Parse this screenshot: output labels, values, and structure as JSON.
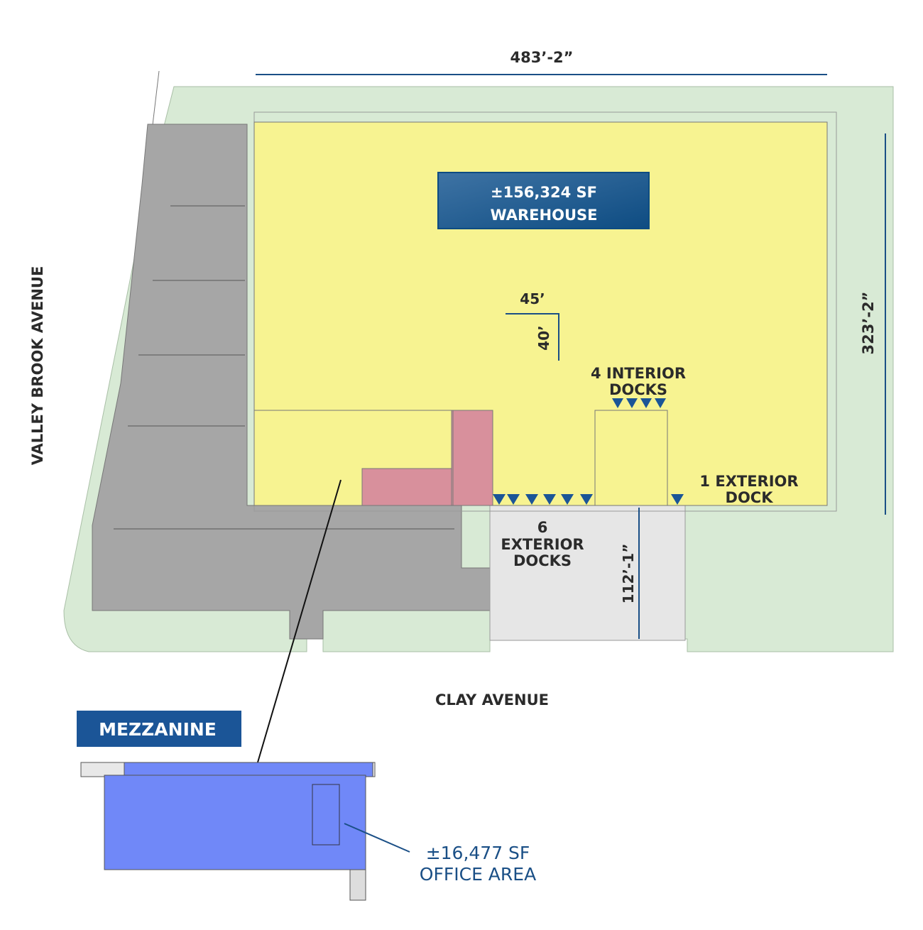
{
  "dimensions": {
    "width": "483’-2”",
    "depth": "323’-2”",
    "truck_court": "112’-1”",
    "bay_width": "45’",
    "bay_depth": "40’"
  },
  "warehouse": {
    "area": "±156,324 SF",
    "label": "WAREHOUSE"
  },
  "docks": {
    "interior_count": "4 INTERIOR",
    "interior_label": "DOCKS",
    "exterior_one_count": "1 EXTERIOR",
    "exterior_one_label": "DOCK",
    "exterior_six_count": "6",
    "exterior_six_line1": "EXTERIOR",
    "exterior_six_line2": "DOCKS"
  },
  "streets": {
    "west": "VALLEY BROOK AVENUE",
    "south": "CLAY AVENUE"
  },
  "mezzanine": {
    "title": "MEZZANINE",
    "area": "±16,477 SF",
    "label": "OFFICE AREA"
  },
  "colors": {
    "lawn": "#d8ead5",
    "parking": "#a6a6a6",
    "warehouse": "#f7f391",
    "office": "#d8909c",
    "mezzanine": "#7088f8",
    "accent": "#1b5597"
  }
}
